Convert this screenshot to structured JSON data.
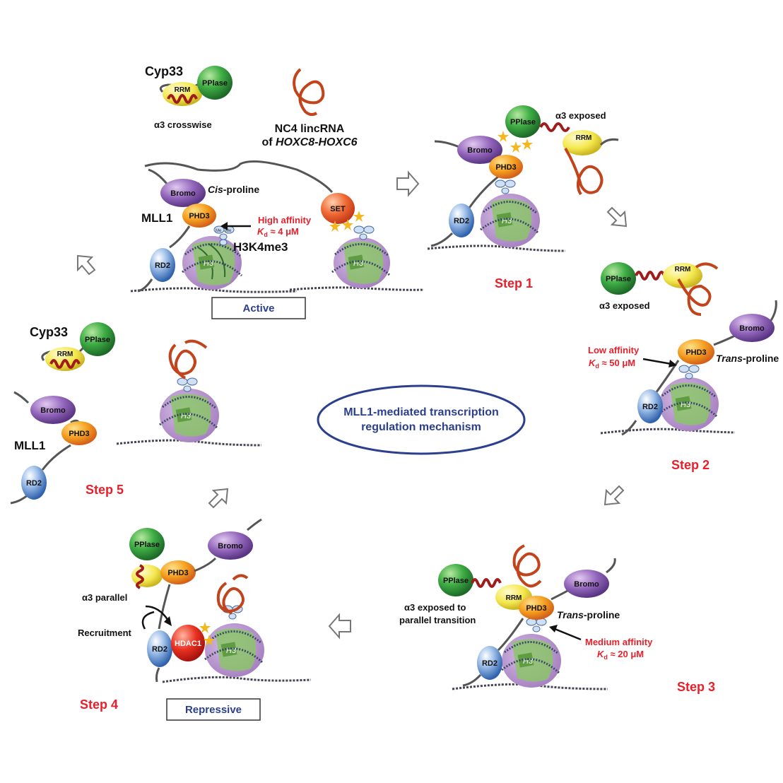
{
  "title": {
    "line1": "MLL1-mediated transcription",
    "line2": "regulation mechanism"
  },
  "domains": {
    "pplase": "PPlase",
    "rrm": "RRM",
    "bromo": "Bromo",
    "phd3": "PHD3",
    "rd2": "RD2",
    "set": "SET",
    "hdac1": "HDAC1",
    "h3": "H3",
    "me": "Me"
  },
  "active_panel": {
    "cyp33": "Cyp33",
    "alpha3_crosswise": "α3 crosswise",
    "nc4_line1": "NC4 lincRNA",
    "nc4_line2_prefix": "of ",
    "nc4_line2_italic": "HOXC8-HOXC6",
    "cis_proline_italic": "Cis",
    "cis_proline_rest": "-proline",
    "mll1": "MLL1",
    "affinity_line1": "High affinity",
    "affinity_kd": "K",
    "affinity_sub": "d",
    "affinity_value": " ≈ 4 μM",
    "h3k4me3": "H3K4me3",
    "state": "Active"
  },
  "step1": {
    "label": "Step 1",
    "alpha3_exposed": "α3 exposed"
  },
  "step2": {
    "label": "Step 2",
    "alpha3_exposed": "α3 exposed",
    "affinity_line1": "Low affinity",
    "affinity_value": " ≈ 50 μM",
    "trans_italic": "Trans",
    "trans_rest": "-proline"
  },
  "step3": {
    "label": "Step 3",
    "alpha3_line1": "α3 exposed to",
    "alpha3_line2": "parallel transition",
    "trans_italic": "Trans",
    "trans_rest": "-proline",
    "affinity_line1": "Medium affinity",
    "affinity_value": " ≈ 20 μM"
  },
  "step4": {
    "label": "Step 4",
    "alpha3_parallel": "α3 parallel",
    "recruitment": "Recruitment",
    "state": "Repressive"
  },
  "step5": {
    "label": "Step 5",
    "cyp33": "Cyp33",
    "mll1": "MLL1"
  },
  "colors": {
    "pplase": "#2e9a3a",
    "rrm": "#f2e64a",
    "bromo": "#8a5bb0",
    "phd3": "#f39a1e",
    "rd2": "#4a7fc4",
    "set": "#e8532a",
    "hdac1": "#e0231f",
    "rna": "#c2441c",
    "helix": "#a01c1c",
    "nucleosome": "#b48fc8",
    "histone_green": "#6fae4f",
    "label_red": "#e8202a",
    "label_blue": "#2b3f8c"
  }
}
